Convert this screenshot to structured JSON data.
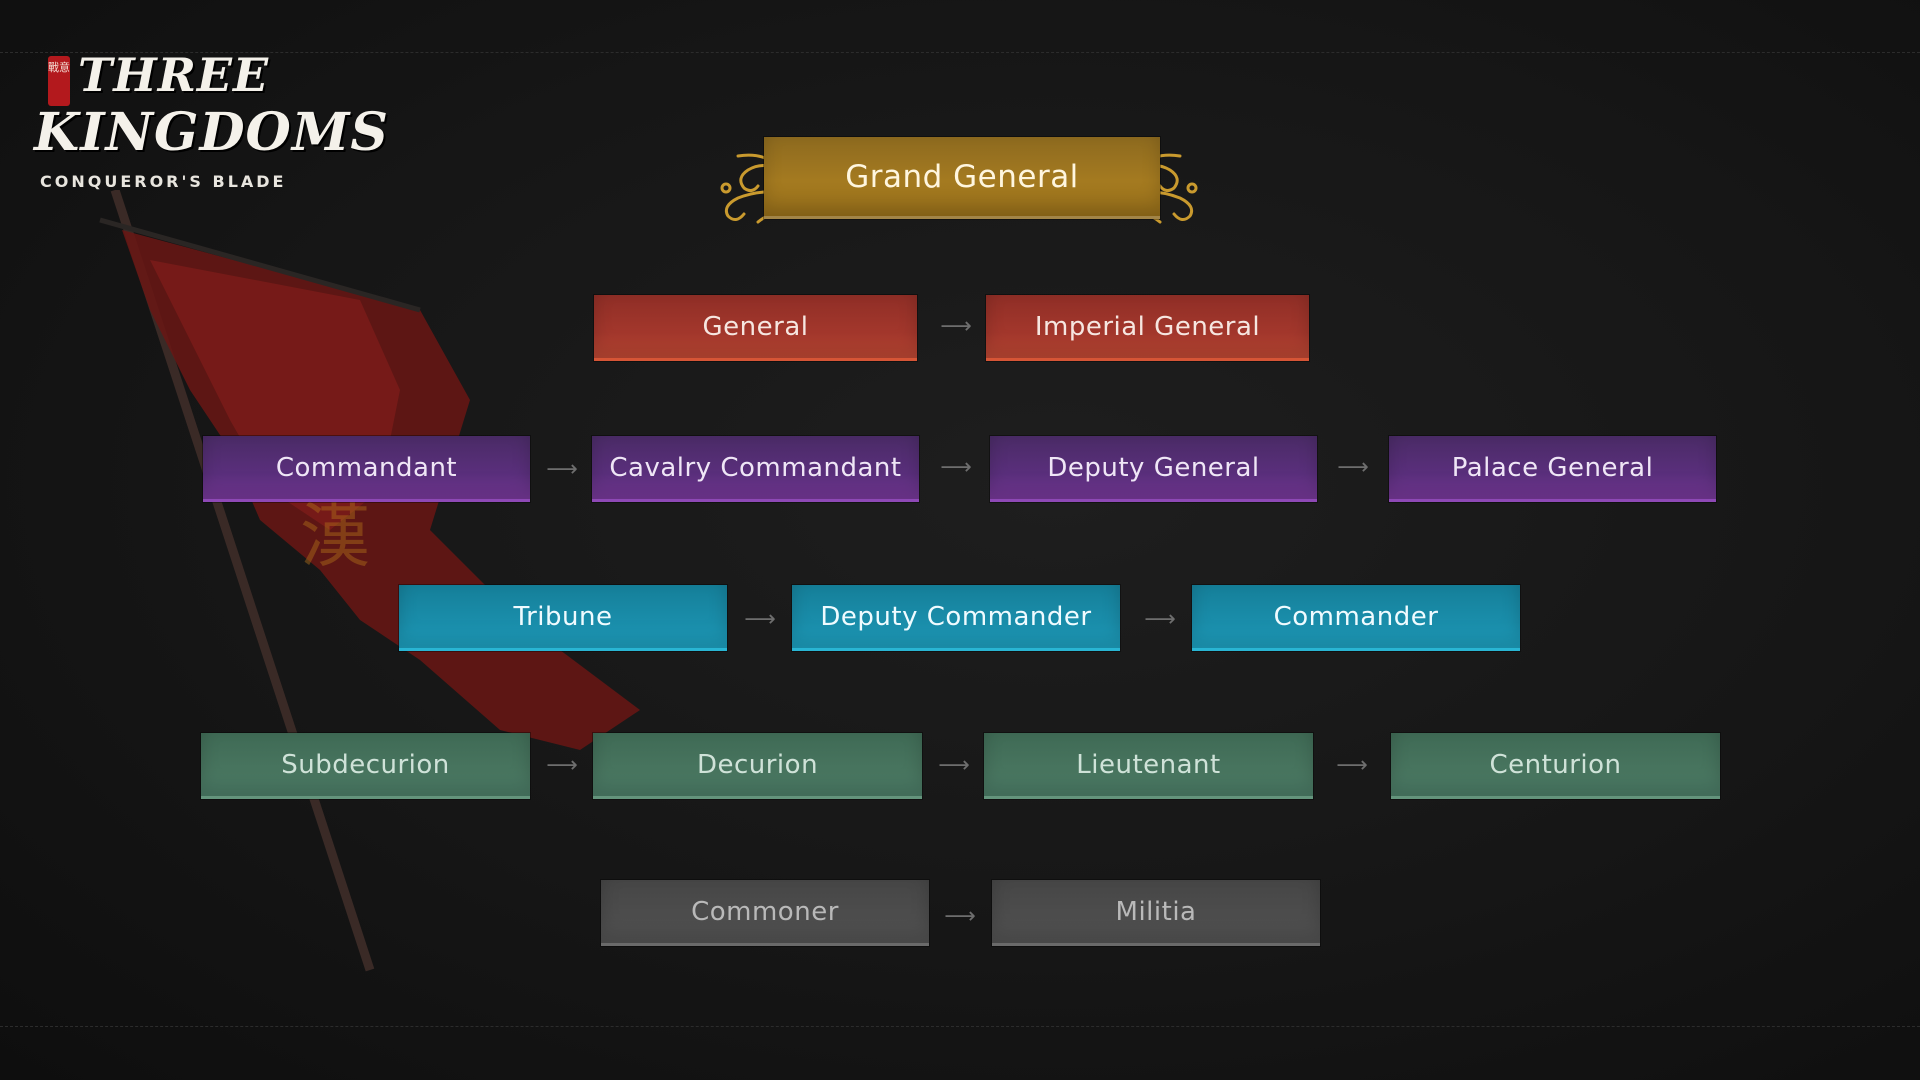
{
  "logo": {
    "seal": "戰意",
    "line1": "THREE",
    "line2": "KINGDOMS",
    "subtitle": "CONQUEROR'S BLADE"
  },
  "ranks": {
    "grand_general": "Grand General",
    "general": "General",
    "imperial_general": "Imperial General",
    "commandant": "Commandant",
    "cavalry_commandant": "Cavalry Commandant",
    "deputy_general": "Deputy General",
    "palace_general": "Palace General",
    "tribune": "Tribune",
    "deputy_commander": "Deputy Commander",
    "commander": "Commander",
    "subdecurion": "Subdecurion",
    "decurion": "Decurion",
    "lieutenant": "Lieutenant",
    "centurion": "Centurion",
    "commoner": "Commoner",
    "militia": "Militia"
  },
  "colors": {
    "gold": "#a47a20",
    "red": "#a3372c",
    "purple": "#5a2f7c",
    "cyan": "#1a8eab",
    "green": "#48755f",
    "gray": "#4d4d4d",
    "banner": "#7a1a18"
  },
  "icons": {
    "arrow": "arrow-right-icon",
    "ornament": "cloud-ornament-icon",
    "banner": "war-banner-icon"
  }
}
